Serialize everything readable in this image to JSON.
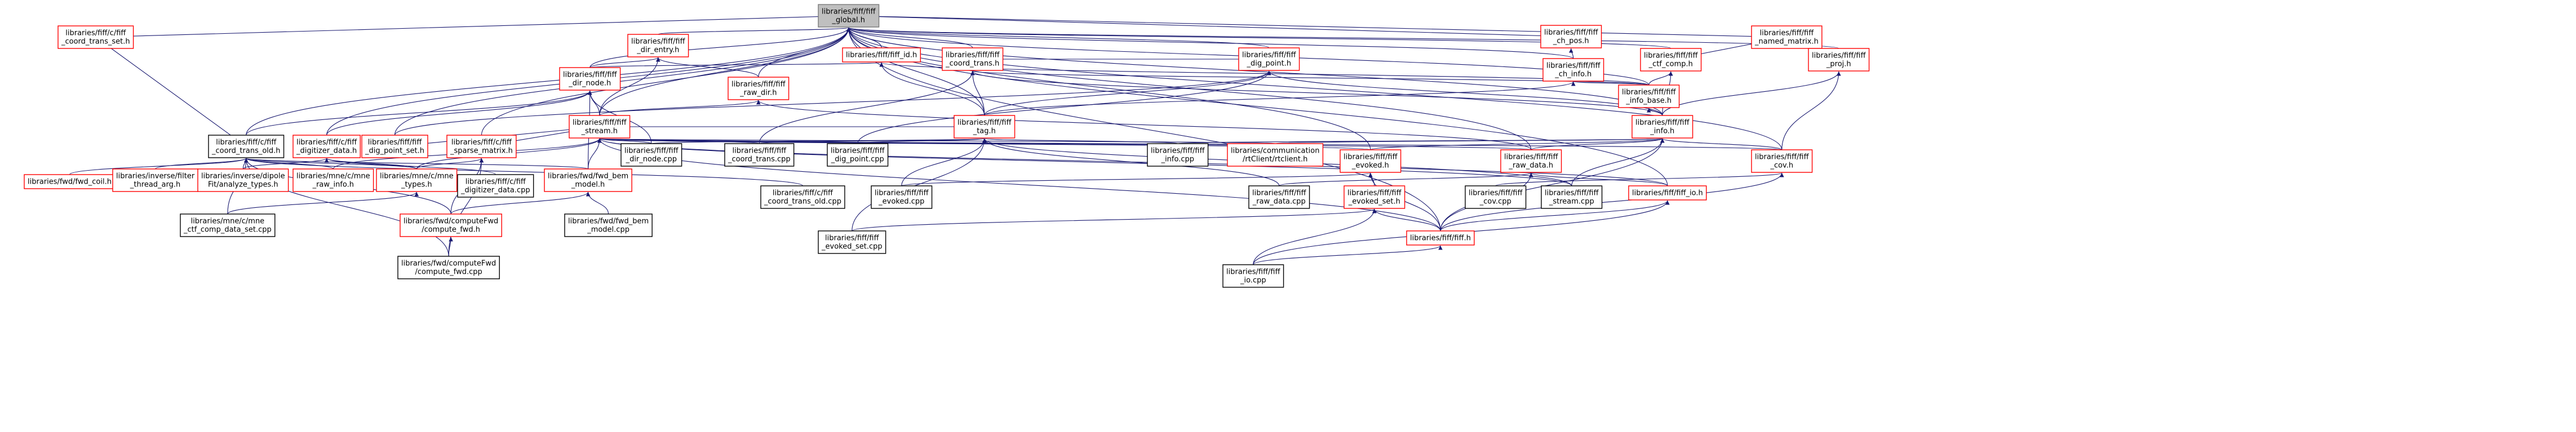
{
  "graph": {
    "colors": {
      "edge": "#191970",
      "node_red": "#ff0000",
      "node_gray": "#bfbfbf",
      "background": "#ffffff"
    },
    "nodes": [
      {
        "id": "fiff_global",
        "lines": [
          "libraries/fiff/fiff",
          "_global.h"
        ],
        "style": "root"
      },
      {
        "id": "coord_trans_set",
        "lines": [
          "libraries/fiff/c/fiff",
          "_coord_trans_set.h"
        ],
        "style": "red"
      },
      {
        "id": "dir_entry",
        "lines": [
          "libraries/fiff/fiff",
          "_dir_entry.h"
        ],
        "style": "red"
      },
      {
        "id": "dir_node",
        "lines": [
          "libraries/fiff/fiff",
          "_dir_node.h"
        ],
        "style": "red"
      },
      {
        "id": "fiff_id",
        "lines": [
          "libraries/fiff/fiff_id.h"
        ],
        "style": "red"
      },
      {
        "id": "fiff_coord_trans",
        "lines": [
          "libraries/fiff/fiff",
          "_coord_trans.h"
        ],
        "style": "red"
      },
      {
        "id": "dig_point",
        "lines": [
          "libraries/fiff/fiff",
          "_dig_point.h"
        ],
        "style": "red"
      },
      {
        "id": "ch_pos",
        "lines": [
          "libraries/fiff/fiff",
          "_ch_pos.h"
        ],
        "style": "red"
      },
      {
        "id": "ch_info",
        "lines": [
          "libraries/fiff/fiff",
          "_ch_info.h"
        ],
        "style": "red"
      },
      {
        "id": "ctf_comp",
        "lines": [
          "libraries/fiff/fiff",
          "_ctf_comp.h"
        ],
        "style": "red"
      },
      {
        "id": "named_matrix",
        "lines": [
          "libraries/fiff/fiff",
          "_named_matrix.h"
        ],
        "style": "red"
      },
      {
        "id": "proj",
        "lines": [
          "libraries/fiff/fiff",
          "_proj.h"
        ],
        "style": "red"
      },
      {
        "id": "raw_dir",
        "lines": [
          "libraries/fiff/fiff",
          "_raw_dir.h"
        ],
        "style": "red"
      },
      {
        "id": "info_base",
        "lines": [
          "libraries/fiff/fiff",
          "_info_base.h"
        ],
        "style": "red"
      },
      {
        "id": "fiff_tag",
        "lines": [
          "libraries/fiff/fiff",
          "_tag.h"
        ],
        "style": "red"
      },
      {
        "id": "fiff_stream",
        "lines": [
          "libraries/fiff/fiff",
          "_stream.h"
        ],
        "style": "red"
      },
      {
        "id": "fiff_info",
        "lines": [
          "libraries/fiff/fiff",
          "_info.h"
        ],
        "style": "red"
      },
      {
        "id": "coord_trans_old",
        "lines": [
          "libraries/fiff/c/fiff",
          "_coord_trans_old.h"
        ],
        "style": "black"
      },
      {
        "id": "digitizer_data",
        "lines": [
          "libraries/fiff/c/fiff",
          "_digitizer_data.h"
        ],
        "style": "red"
      },
      {
        "id": "dig_point_set",
        "lines": [
          "libraries/fiff/fiff",
          "_dig_point_set.h"
        ],
        "style": "red"
      },
      {
        "id": "sparse_matrix",
        "lines": [
          "libraries/fiff/c/fiff",
          "_sparse_matrix.h"
        ],
        "style": "red"
      },
      {
        "id": "dir_node_cpp",
        "lines": [
          "libraries/fiff/fiff",
          "_dir_node.cpp"
        ],
        "style": "black"
      },
      {
        "id": "coord_trans_cpp",
        "lines": [
          "libraries/fiff/fiff",
          "_coord_trans.cpp"
        ],
        "style": "black"
      },
      {
        "id": "dig_point_cpp",
        "lines": [
          "libraries/fiff/fiff",
          "_dig_point.cpp"
        ],
        "style": "black"
      },
      {
        "id": "info_cpp",
        "lines": [
          "libraries/fiff/fiff",
          "_info.cpp"
        ],
        "style": "black"
      },
      {
        "id": "rtclient",
        "lines": [
          "libraries/communication",
          "/rtClient/rtclient.h"
        ],
        "style": "red"
      },
      {
        "id": "evoked_h",
        "lines": [
          "libraries/fiff/fiff",
          "_evoked.h"
        ],
        "style": "red"
      },
      {
        "id": "raw_data_h",
        "lines": [
          "libraries/fiff/fiff",
          "_raw_data.h"
        ],
        "style": "red"
      },
      {
        "id": "cov_h",
        "lines": [
          "libraries/fiff/fiff",
          "_cov.h"
        ],
        "style": "red"
      },
      {
        "id": "fiff_coil",
        "lines": [
          "libraries/fwd/fwd_coil.h"
        ],
        "style": "red"
      },
      {
        "id": "filter_thread",
        "lines": [
          "libraries/inverse/filter",
          "_thread_arg.h"
        ],
        "style": "red"
      },
      {
        "id": "analyze_types",
        "lines": [
          "libraries/inverse/dipole",
          "Fit/analyze_types.h"
        ],
        "style": "red"
      },
      {
        "id": "mne_raw_info",
        "lines": [
          "libraries/mne/c/mne",
          "_raw_info.h"
        ],
        "style": "red"
      },
      {
        "id": "mne_types",
        "lines": [
          "libraries/mne/c/mne",
          "_types.h"
        ],
        "style": "red"
      },
      {
        "id": "digitizer_cpp",
        "lines": [
          "libraries/fiff/c/fiff",
          "_digitizer_data.cpp"
        ],
        "style": "black"
      },
      {
        "id": "fwd_bem",
        "lines": [
          "libraries/fwd/fwd_bem",
          "_model.h"
        ],
        "style": "red"
      },
      {
        "id": "coord_trans_old_cpp",
        "lines": [
          "libraries/fiff/c/fiff",
          "_coord_trans_old.cpp"
        ],
        "style": "black"
      },
      {
        "id": "evoked_cpp",
        "lines": [
          "libraries/fiff/fiff",
          "_evoked.cpp"
        ],
        "style": "black"
      },
      {
        "id": "raw_data_cpp",
        "lines": [
          "libraries/fiff/fiff",
          "_raw_data.cpp"
        ],
        "style": "black"
      },
      {
        "id": "evoked_set_h",
        "lines": [
          "libraries/fiff/fiff",
          "_evoked_set.h"
        ],
        "style": "red"
      },
      {
        "id": "cov_cpp",
        "lines": [
          "libraries/fiff/fiff",
          "_cov.cpp"
        ],
        "style": "black"
      },
      {
        "id": "stream_cpp",
        "lines": [
          "libraries/fiff/fiff",
          "_stream.cpp"
        ],
        "style": "black"
      },
      {
        "id": "fiff_io_h",
        "lines": [
          "libraries/fiff/fiff_io.h"
        ],
        "style": "red"
      },
      {
        "id": "ctf_comp_data",
        "lines": [
          "libraries/mne/c/mne",
          "_ctf_comp_data_set.cpp"
        ],
        "style": "black"
      },
      {
        "id": "compute_fwd_h",
        "lines": [
          "libraries/fwd/computeFwd",
          "/compute_fwd.h"
        ],
        "style": "red"
      },
      {
        "id": "fwd_bem_cpp",
        "lines": [
          "libraries/fwd/fwd_bem",
          "_model.cpp"
        ],
        "style": "black"
      },
      {
        "id": "evoked_set_cpp",
        "lines": [
          "libraries/fiff/fiff",
          "_evoked_set.cpp"
        ],
        "style": "black"
      },
      {
        "id": "fiff_h",
        "lines": [
          "libraries/fiff/fiff.h"
        ],
        "style": "red"
      },
      {
        "id": "compute_fwd_cpp",
        "lines": [
          "libraries/fwd/computeFwd",
          "/compute_fwd.cpp"
        ],
        "style": "black"
      },
      {
        "id": "io_cpp",
        "lines": [
          "libraries/fiff/fiff",
          "_io.cpp"
        ],
        "style": "black"
      }
    ]
  }
}
